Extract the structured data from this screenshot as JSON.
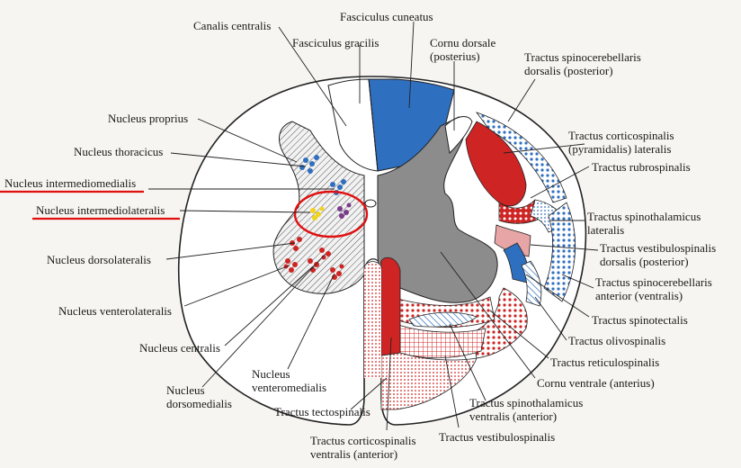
{
  "labels": {
    "canalis_centralis": "Canalis centralis",
    "fasciculus_cuneatus": "Fasciculus cuneatus",
    "fasciculus_gracilis": "Fasciculus gracilis",
    "cornu_dorsale_1": "Cornu dorsale",
    "cornu_dorsale_2": "(posterius)",
    "t_spinocerebellaris_dorsalis_1": "Tractus spinocerebellaris",
    "t_spinocerebellaris_dorsalis_2": "dorsalis (posterior)",
    "nucleus_proprius": "Nucleus proprius",
    "t_corticospinalis_lat_1": "Tractus corticospinalis",
    "t_corticospinalis_lat_2": "(pyramidalis) lateralis",
    "nucleus_thoracicus": "Nucleus thoracicus",
    "t_rubrospinalis": "Tractus rubrospinalis",
    "nucleus_intermediomedialis": "Nucleus intermediomedialis",
    "nucleus_intermediolateralis": "Nucleus intermediolateralis",
    "t_spinothalamicus_lat_1": "Tractus spinothalamicus",
    "t_spinothalamicus_lat_2": "lateralis",
    "t_vestibulospinalis_dors_1": "Tractus vestibulospinalis",
    "t_vestibulospinalis_dors_2": "dorsalis (posterior)",
    "nucleus_dorsolateralis": "Nucleus dorsolateralis",
    "t_spinocerebellaris_ant_1": "Tractus spinocerebellaris",
    "t_spinocerebellaris_ant_2": "anterior (ventralis)",
    "nucleus_venterolateralis": "Nucleus venterolateralis",
    "t_spinotectalis": "Tractus spinotectalis",
    "t_olivospinalis": "Tractus olivospinalis",
    "nucleus_centralis": "Nucleus centralis",
    "t_reticulospinalis": "Tractus reticulospinalis",
    "nucleus_venteromedialis_1": "Nucleus",
    "nucleus_venteromedialis_2": "venteromedialis",
    "cornu_ventrale": "Cornu ventrale (anterius)",
    "nucleus_dorsomedialis_1": "Nucleus",
    "nucleus_dorsomedialis_2": "dorsomedialis",
    "t_spinothalamicus_ventr_1": "Tractus spinothalamicus",
    "t_spinothalamicus_ventr_2": "ventralis (anterior)",
    "t_tectospinalis": "Tractus tectospinalis",
    "t_vestibulospinalis": "Tractus vestibulospinalis",
    "t_corticospinalis_ventr_1": "Tractus corticospinalis",
    "t_corticospinalis_ventr_2": "ventralis (anterior)"
  },
  "colors": {
    "blue": "#2f6fc0",
    "red": "#cf2424",
    "gray": "#8c8c8c",
    "pink": "#e8a5a5",
    "highlight": "#e01010",
    "yellow": "#f2d21a",
    "purple": "#7a3b8a"
  }
}
